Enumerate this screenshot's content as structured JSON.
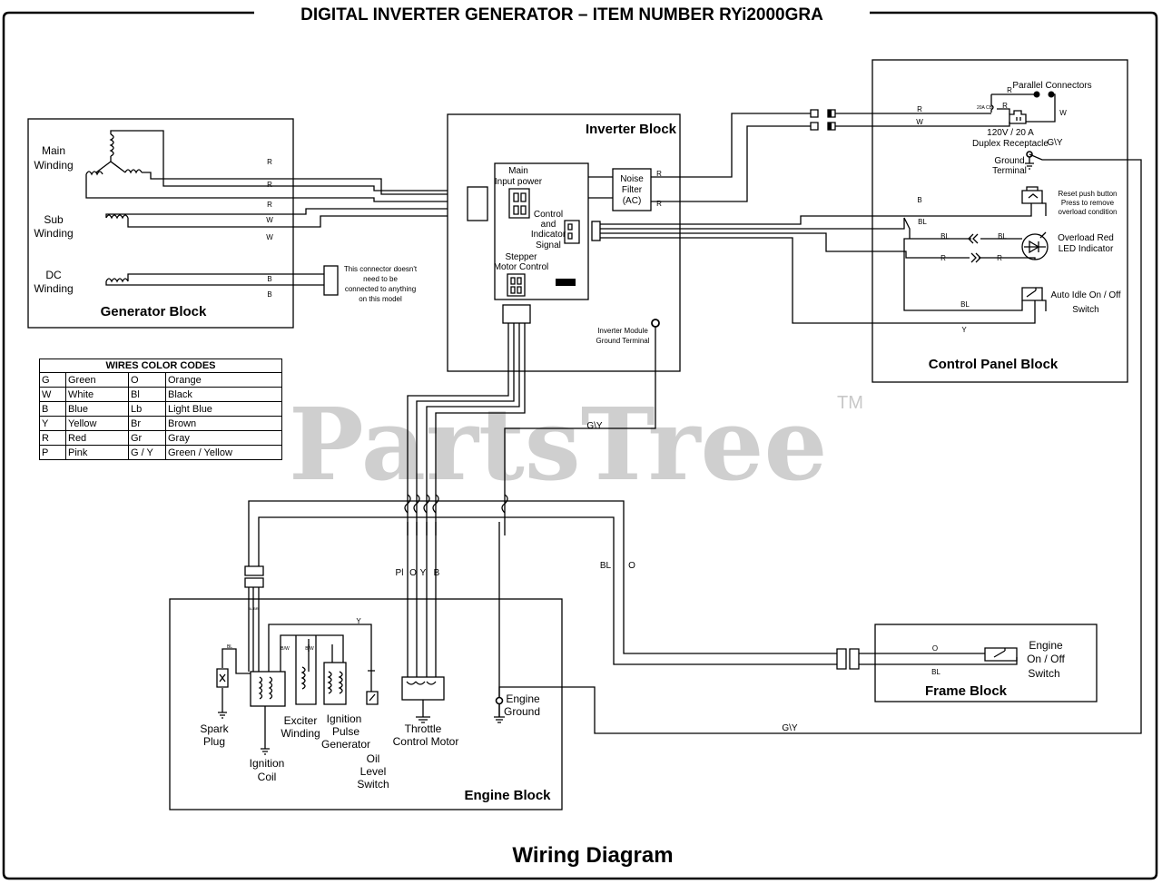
{
  "header": {
    "title": "DIGITAL INVERTER GENERATOR – ITEM NUMBER RYi2000GRA"
  },
  "footer": {
    "title": "Wiring Diagram"
  },
  "watermark": {
    "text": "PartsTree",
    "trademark": "TM"
  },
  "generator_block": {
    "title": "Generator Block",
    "main_winding": [
      "Main",
      "Winding"
    ],
    "sub_winding": [
      "Sub",
      "Winding"
    ],
    "dc_winding": [
      "DC",
      "Winding"
    ],
    "wires": [
      "R",
      "R",
      "R",
      "W",
      "W",
      "B",
      "B"
    ],
    "connector_note": [
      "This connector doesn't",
      "need to be",
      "connected to anything",
      "on this model"
    ]
  },
  "inverter_block": {
    "title": "Inverter Block",
    "main_input": [
      "Main",
      "Input power"
    ],
    "control_signal": [
      "Control",
      "and",
      "Indicator",
      "Signal"
    ],
    "stepper": [
      "Stepper",
      "Motor Control"
    ],
    "noise_filter": [
      "Noise",
      "Filter",
      "(AC)"
    ],
    "noise_wires": [
      "R",
      "R"
    ],
    "ground_terminal": [
      "Inverter Module",
      "Ground Terminal"
    ]
  },
  "control_panel_block": {
    "title": "Control Panel Block",
    "parallel_connectors": "Parallel Connectors",
    "breaker": "20A CB",
    "duplex": [
      "120V / 20 A",
      "Duplex Receptacle"
    ],
    "ground_terminal": [
      "Ground",
      "Terminal"
    ],
    "reset": [
      "Reset push button",
      "Press to remove",
      "overload condition"
    ],
    "overload": [
      "Overload Red",
      "LED Indicator"
    ],
    "auto_idle": [
      "Auto Idle On / Off",
      "Switch"
    ],
    "wires": {
      "r_top": "R",
      "w_top": "W",
      "r_parallel": "R",
      "r_duplex": "R",
      "w_parallel": "W",
      "gy": "G\\Y",
      "b": "B",
      "bl1": "BL",
      "bl2": "BL",
      "bl3": "BL",
      "r1": "R",
      "r2": "R",
      "bl4": "BL",
      "y": "Y"
    }
  },
  "color_codes": {
    "title": "WIRES COLOR CODES",
    "rows": [
      [
        "G",
        "Green",
        "O",
        "Orange"
      ],
      [
        "W",
        "White",
        "Bl",
        "Black"
      ],
      [
        "B",
        "Blue",
        "Lb",
        "Light Blue"
      ],
      [
        "Y",
        "Yellow",
        "Br",
        "Brown"
      ],
      [
        "R",
        "Red",
        "Gr",
        "Gray"
      ],
      [
        "P",
        "Pink",
        "G / Y",
        "Green / Yellow"
      ]
    ]
  },
  "harness": {
    "gy_label": "G\\Y",
    "motor_wires": [
      "Pl",
      "O",
      "Y",
      "B"
    ],
    "frame_wires": [
      "BL",
      "O"
    ],
    "ground_return": "G\\Y"
  },
  "engine_block": {
    "title": "Engine Block",
    "spark_plug": [
      "Spark",
      "Plug"
    ],
    "ignition_coil": [
      "Ignition",
      "Coil"
    ],
    "exciter": [
      "Exciter",
      "Winding"
    ],
    "pulse_gen": [
      "Ignition",
      "Pulse",
      "Generator"
    ],
    "oil_switch": [
      "Oil",
      "Level",
      "Switch"
    ],
    "throttle": [
      "Throttle",
      "Control Motor"
    ],
    "engine_ground": [
      "Engine",
      "Ground"
    ],
    "wire_y": "Y",
    "wire_bl": "BL",
    "tiny_a": "BL BR",
    "tiny_b": "B/W",
    "tiny_c": "B/W"
  },
  "frame_block": {
    "title": "Frame Block",
    "switch": [
      "Engine",
      "On / Off",
      "Switch"
    ],
    "wire_o": "O",
    "wire_bl": "BL"
  }
}
